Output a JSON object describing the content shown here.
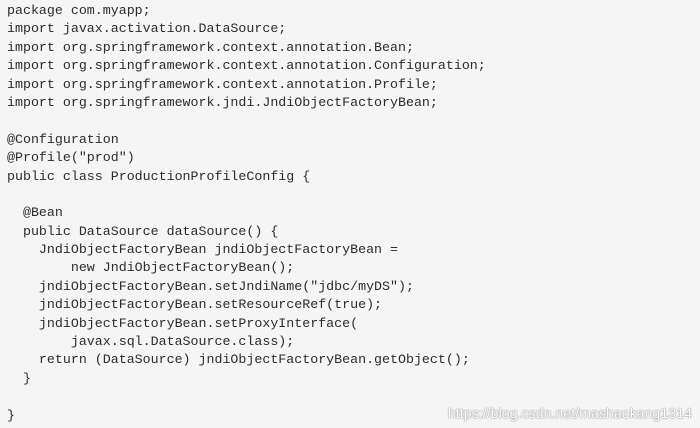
{
  "code": {
    "lines": [
      "package com.myapp;",
      "import javax.activation.DataSource;",
      "import org.springframework.context.annotation.Bean;",
      "import org.springframework.context.annotation.Configuration;",
      "import org.springframework.context.annotation.Profile;",
      "import org.springframework.jndi.JndiObjectFactoryBean;",
      "",
      "@Configuration",
      "@Profile(\"prod\")",
      "public class ProductionProfileConfig {",
      "",
      "  @Bean",
      "  public DataSource dataSource() {",
      "    JndiObjectFactoryBean jndiObjectFactoryBean =",
      "        new JndiObjectFactoryBean();",
      "    jndiObjectFactoryBean.setJndiName(\"jdbc/myDS\");",
      "    jndiObjectFactoryBean.setResourceRef(true);",
      "    jndiObjectFactoryBean.setProxyInterface(",
      "        javax.sql.DataSource.class);",
      "    return (DataSource) jndiObjectFactoryBean.getObject();",
      "  }",
      "",
      "}"
    ]
  },
  "watermark": {
    "text": "https://blog.csdn.net/mashaokang1314"
  }
}
